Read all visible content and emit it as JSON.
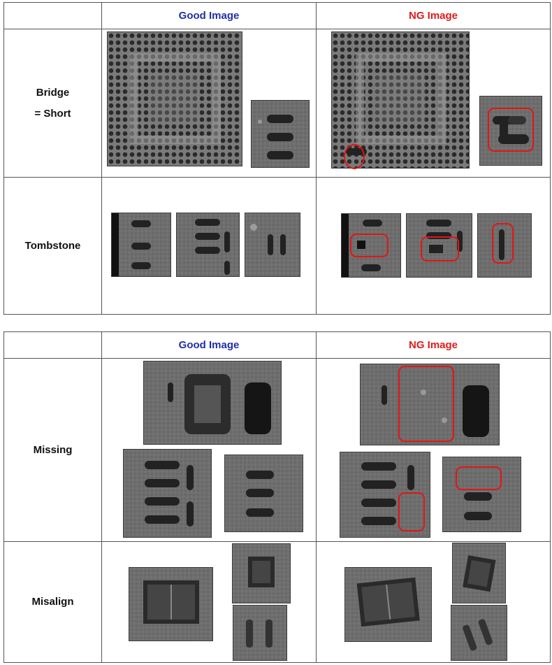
{
  "tables": [
    {
      "header": {
        "good": "Good Image",
        "ng": "NG Image"
      },
      "rows": [
        {
          "label_line1": "Bridge",
          "label_line2": "= Short"
        },
        {
          "label": "Tombstone"
        }
      ]
    },
    {
      "header": {
        "good": "Good Image",
        "ng": "NG Image"
      },
      "rows": [
        {
          "label": "Missing"
        },
        {
          "label": "Misalign"
        }
      ]
    }
  ],
  "colors": {
    "good_header": "#1f2fa8",
    "ng_header": "#e01b1b",
    "defect_marker": "#e51414"
  }
}
